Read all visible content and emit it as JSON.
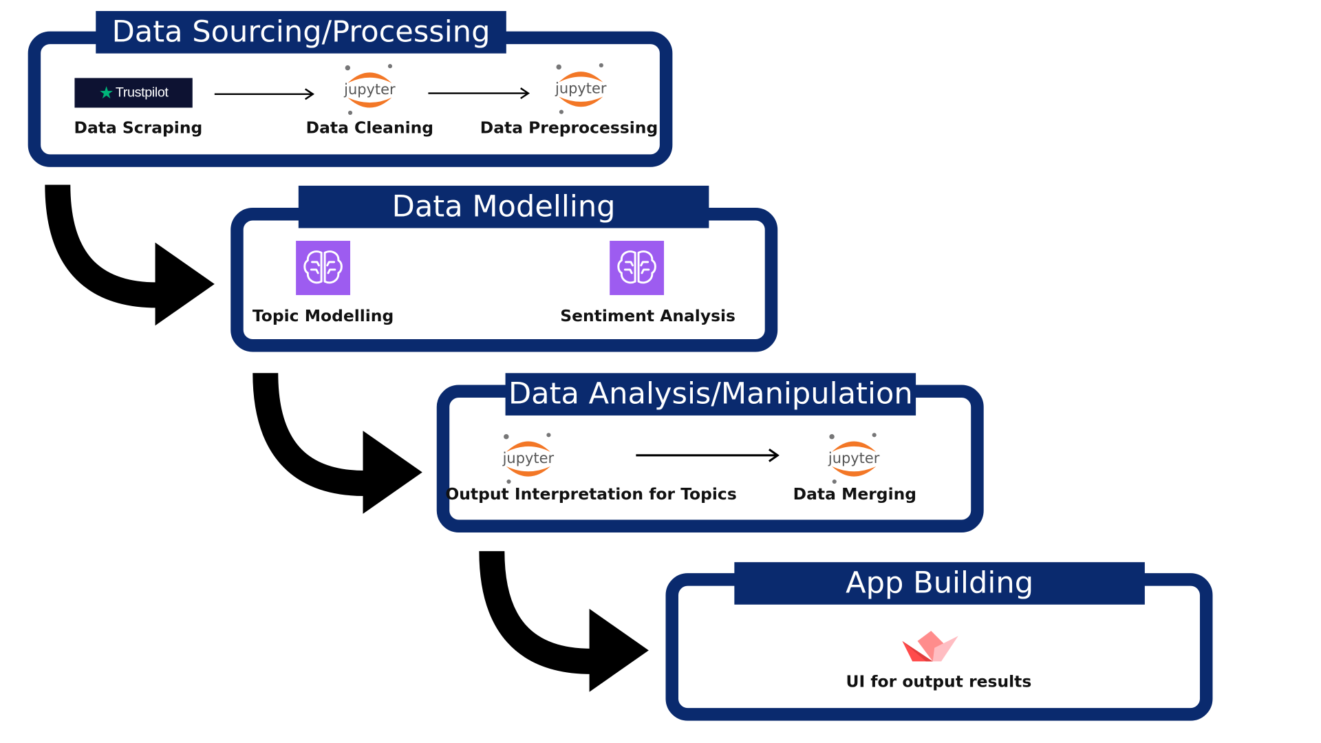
{
  "stages": [
    {
      "title": "Data Sourcing/Processing",
      "steps": [
        {
          "label": "Data Scraping",
          "logo": "Trustpilot",
          "icon": "trustpilot-logo"
        },
        {
          "label": "Data Cleaning",
          "logo": "jupyter",
          "icon": "jupyter-logo"
        },
        {
          "label": "Data Preprocessing",
          "logo": "jupyter",
          "icon": "jupyter-logo"
        }
      ]
    },
    {
      "title": "Data Modelling",
      "steps": [
        {
          "label": "Topic Modelling",
          "icon": "brain-icon"
        },
        {
          "label": "Sentiment Analysis",
          "icon": "brain-icon"
        }
      ]
    },
    {
      "title": "Data Analysis/Manipulation",
      "steps": [
        {
          "label": "Output Interpretation for Topics",
          "logo": "jupyter",
          "icon": "jupyter-logo"
        },
        {
          "label": "Data Merging",
          "logo": "jupyter",
          "icon": "jupyter-logo"
        }
      ]
    },
    {
      "title": "App Building",
      "steps": [
        {
          "label": "UI for output results",
          "icon": "streamlit-logo"
        }
      ]
    }
  ],
  "colors": {
    "panel_border": "#0a2a6e",
    "jupyter_orange": "#f37726",
    "brain_purple": "#9d5cf0",
    "trustpilot_bg": "#0d1232",
    "trustpilot_star": "#00b67a",
    "streamlit_red": "#ff4b4b",
    "flow_arrow": "#000000"
  }
}
